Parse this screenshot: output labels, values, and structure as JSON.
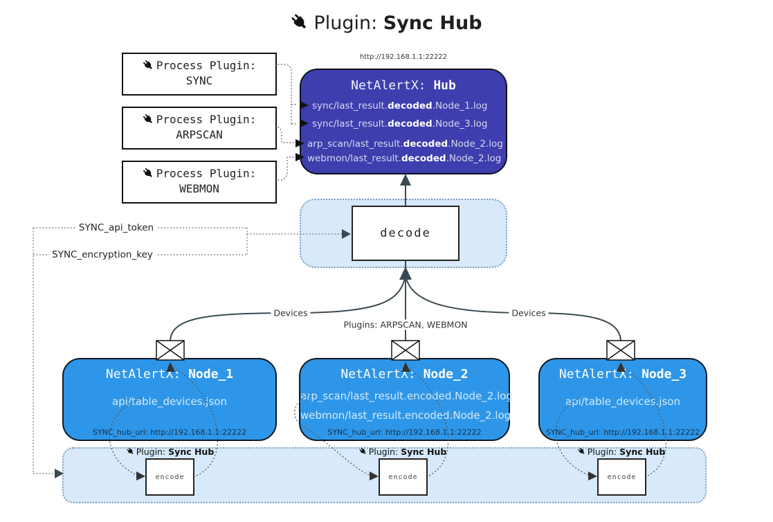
{
  "title": {
    "icon": "plug-icon",
    "prefix": "Plugin: ",
    "bold": "Sync Hub"
  },
  "colors": {
    "hub_fill": "#3e3eae",
    "node_fill": "#2e96e8",
    "panel_fill": "#d7e9fb",
    "panel_border": "#7fa0c0",
    "solid_line": "#3b4a52",
    "dotted_line": "#777777"
  },
  "process_plugins": [
    {
      "label": "Process Plugin:",
      "name": "SYNC"
    },
    {
      "label": "Process Plugin:",
      "name": "ARPSCAN"
    },
    {
      "label": "Process Plugin:",
      "name": "WEBMON"
    }
  ],
  "hub": {
    "url": "http://192.168.1.1:22222",
    "title_prefix": "NetAlertX: ",
    "title_bold": "Hub",
    "lines": [
      {
        "pre": "sync/last_result.",
        "bold": "decoded",
        "post": ".Node_1.log"
      },
      {
        "pre": "sync/last_result.",
        "bold": "decoded",
        "post": ".Node_3.log"
      },
      {
        "pre": "arp_scan/last_result.",
        "bold": "decoded",
        "post": ".Node_2.log"
      },
      {
        "pre": "webmon/last_result.",
        "bold": "decoded",
        "post": ".Node_2.log"
      }
    ]
  },
  "decode_label": "decode",
  "tokens": {
    "api_token": "SYNC_api_token",
    "encryption_key": "SYNC_encryption_key"
  },
  "edge_labels": {
    "devices_left": "Devices",
    "plugins_mid": "Plugins: ARPSCAN, WEBMON",
    "devices_right": "Devices"
  },
  "nodes": [
    {
      "title_prefix": "NetAlertX: ",
      "title_bold": "Node_1",
      "payload": [
        "api/table_devices.json"
      ],
      "hub_url": "SYNC_hub_url: http://192.168.1.1:22222"
    },
    {
      "title_prefix": "NetAlertX: ",
      "title_bold": "Node_2",
      "payload": [
        "arp_scan/last_result.encoded.Node_2.log",
        "webmon/last_result.encoded.Node_2.log"
      ],
      "hub_url": "SYNC_hub_url: http://192.168.1.1:22222"
    },
    {
      "title_prefix": "NetAlertX: ",
      "title_bold": "Node_3",
      "payload": [
        "api/table_devices.json"
      ],
      "hub_url": "SYNC_hub_url: http://192.168.1.1:22222"
    }
  ],
  "sync_bar": {
    "plugin_prefix": "Plugin: ",
    "plugin_bold": "Sync Hub",
    "encode_label": "encode"
  }
}
